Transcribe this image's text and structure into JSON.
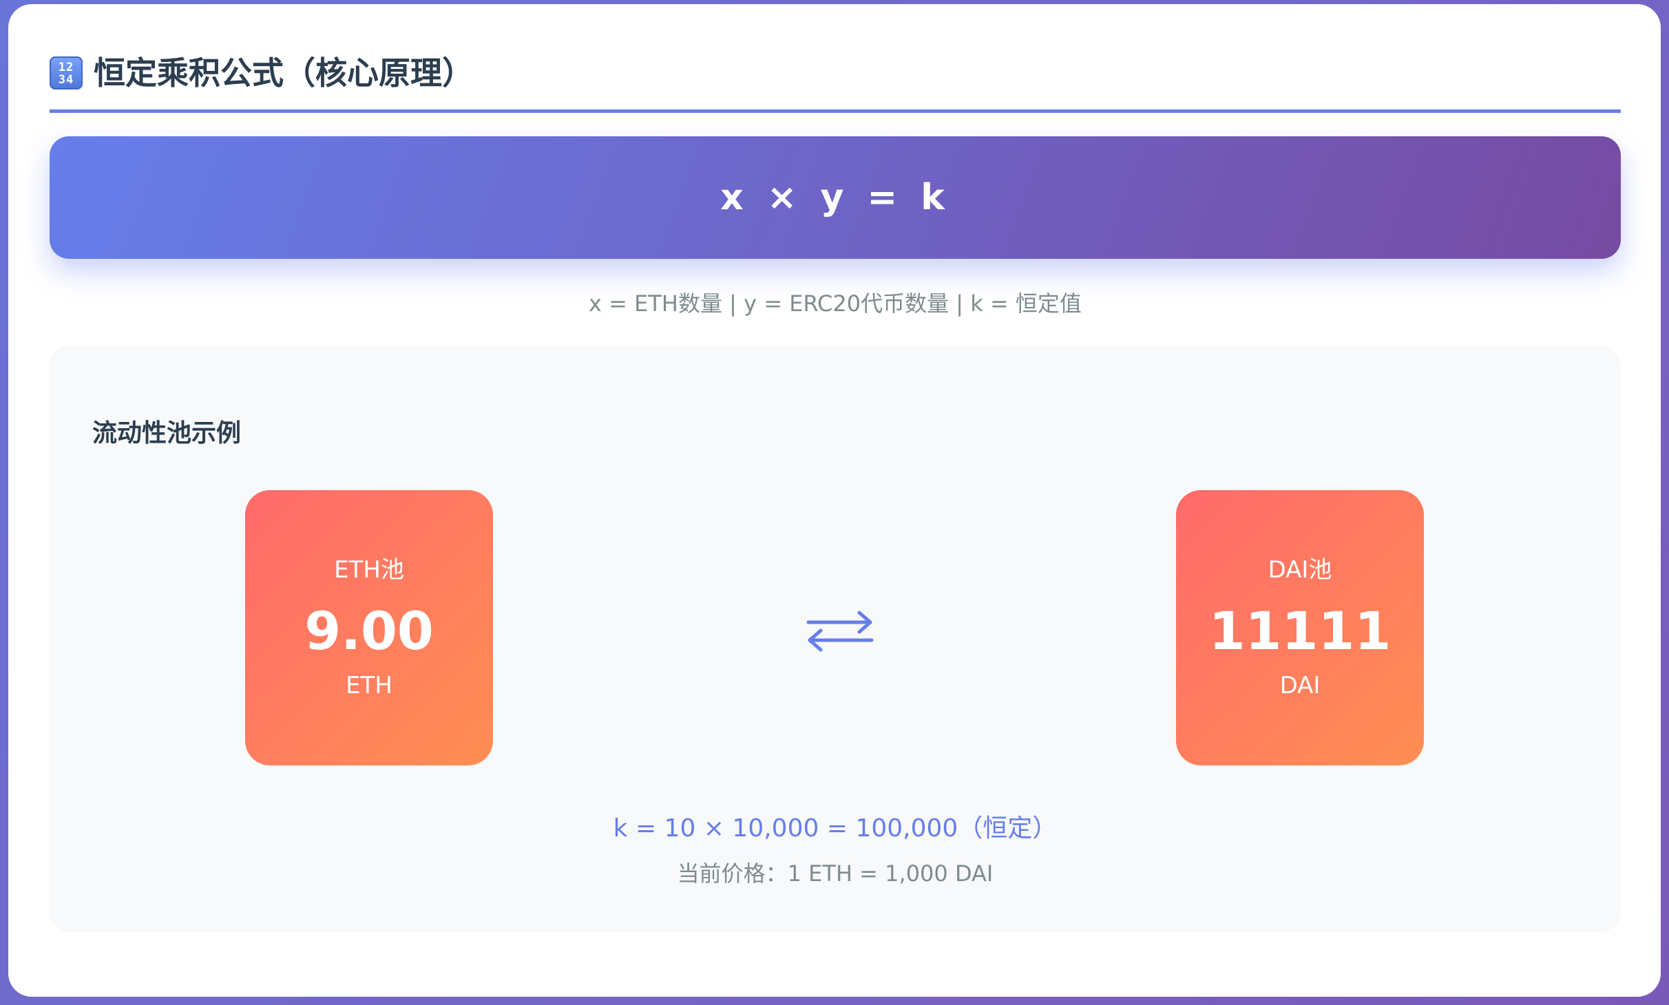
{
  "header": {
    "icon": "numbers-icon",
    "icon_text": "1234",
    "title": "恒定乘积公式（核心原理）"
  },
  "formula": {
    "expression": "x × y = k",
    "caption": "x = ETH数量 | y = ERC20代币数量 | k = 恒定值"
  },
  "pool_example": {
    "title": "流动性池示例",
    "eth_pool": {
      "label": "ETH池",
      "value": "9.00",
      "unit": "ETH"
    },
    "dai_pool": {
      "label": "DAI池",
      "value": "11111",
      "unit": "DAI"
    },
    "swap_icon": "swap-arrows-icon",
    "k_formula": "k = 10 × 10,000 = 100,000（恒定）",
    "price": "当前价格：1 ETH = 1,000 DAI"
  },
  "colors": {
    "accent": "#667eea",
    "accent_end": "#764ba2",
    "pool_card_start": "#ff6b6b",
    "pool_card_end": "#ff8e53",
    "heading": "#2c3e50",
    "muted": "#7f8c8d",
    "panel": "#f8f9fa"
  }
}
